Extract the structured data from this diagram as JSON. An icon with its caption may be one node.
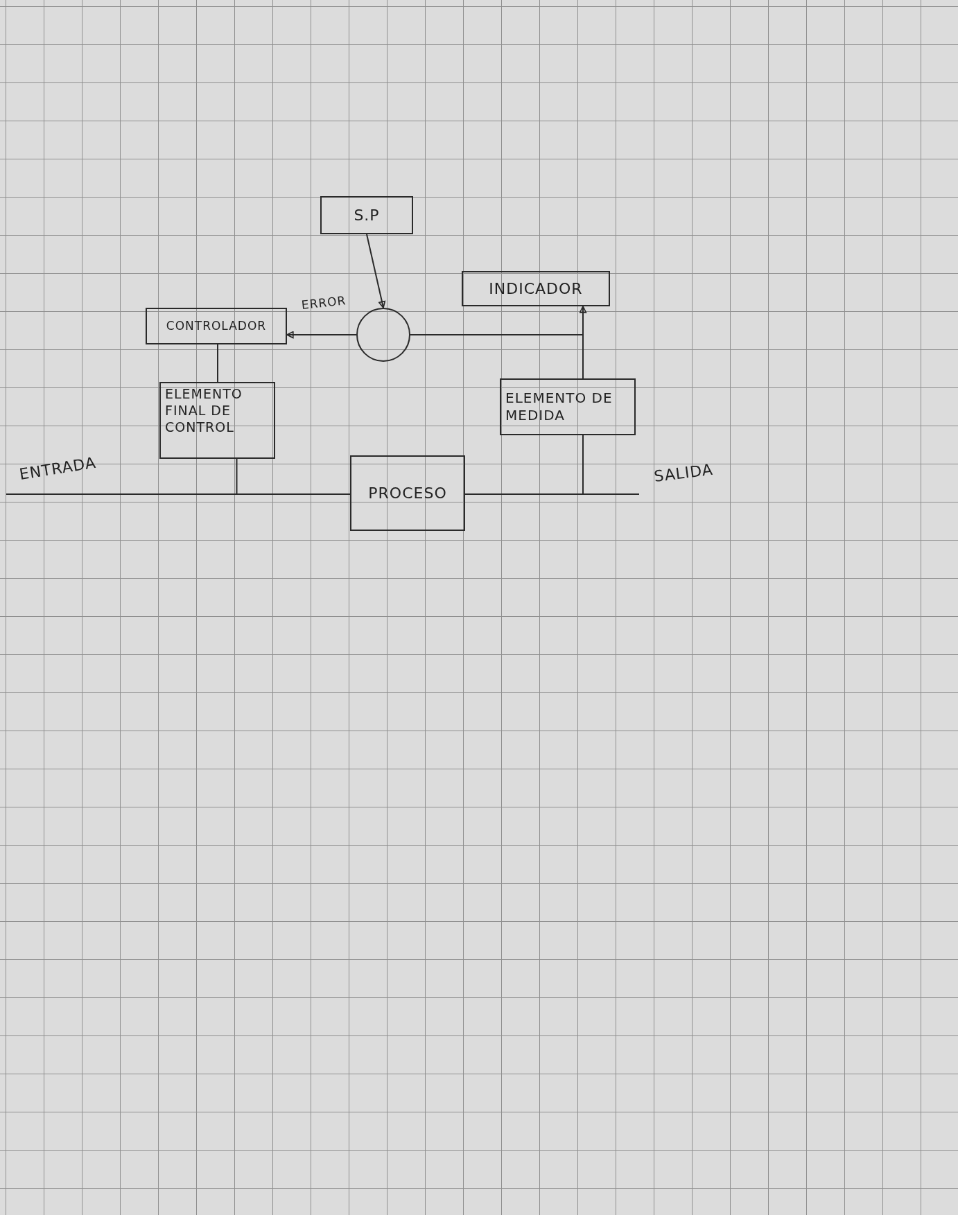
{
  "diagram": {
    "nodes": [
      {
        "text": [
          "S.P"
        ]
      },
      {
        "text": [
          "INDICADOR"
        ]
      },
      {
        "text": [
          "CONTROLADOR"
        ]
      },
      {
        "text": [],
        "shape": "circle"
      },
      {
        "text": [
          "ELEMENTO FINAL DE CONTROL"
        ]
      },
      {
        "text": [
          "ELEMENTO DE MEDIDA"
        ]
      },
      {
        "text": [
          "PROCESO"
        ]
      }
    ],
    "edges": [
      {
        "from": 0,
        "to": 3,
        "arrow": "to"
      },
      {
        "from": 3,
        "to": 2,
        "arrow": "to",
        "label": "ERROR"
      },
      {
        "from": 5,
        "to": 1,
        "arrow": "to"
      },
      {
        "from": 5,
        "to": 3,
        "arrow": "none"
      },
      {
        "from": 2,
        "to": 4,
        "arrow": "none"
      },
      {
        "from": 4,
        "to": 6,
        "arrow": "none"
      },
      {
        "from": null,
        "to": 6,
        "arrow": "none",
        "label": "ENTRADA"
      },
      {
        "from": 6,
        "to": null,
        "arrow": "none",
        "label": "SALIDA"
      },
      {
        "from": 6,
        "to": 5,
        "arrow": "none"
      }
    ]
  }
}
